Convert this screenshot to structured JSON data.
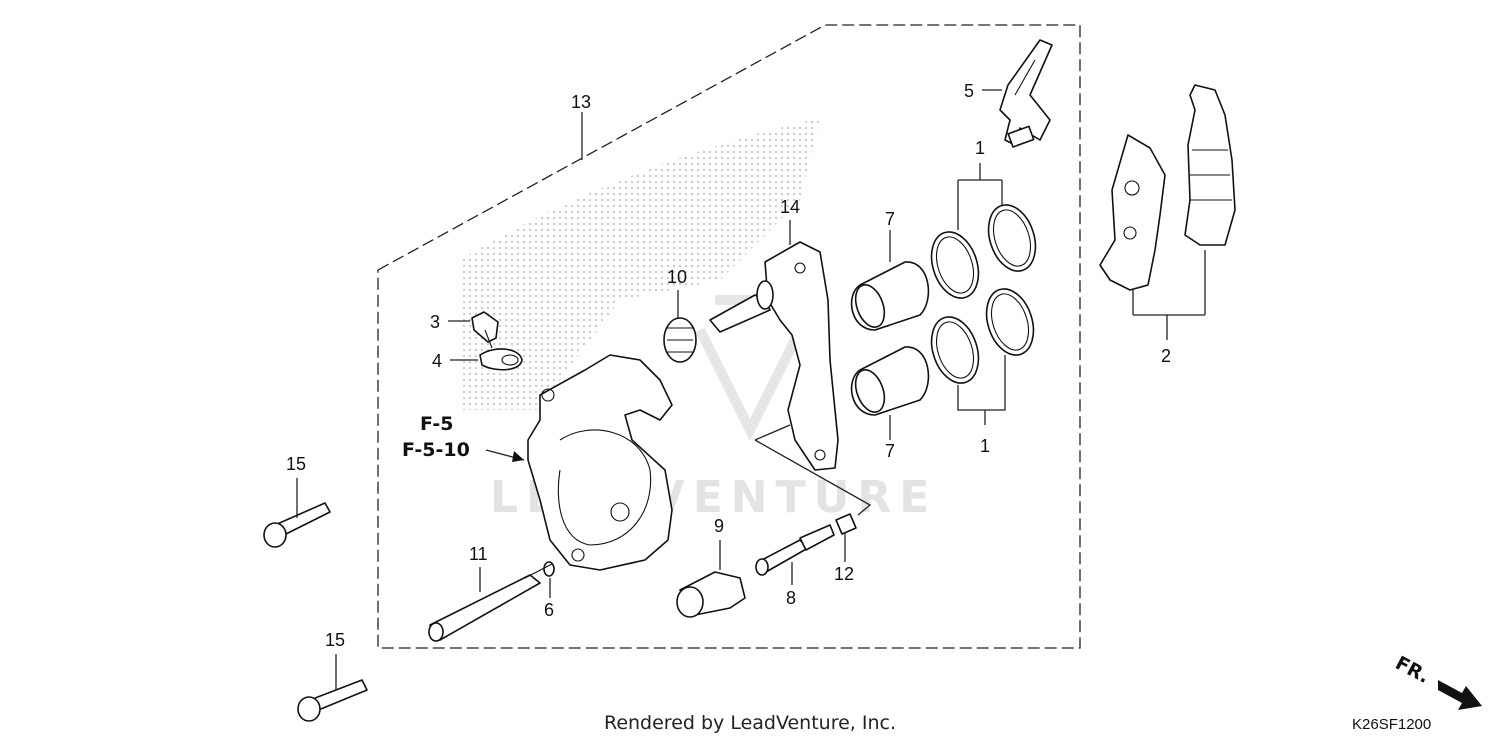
{
  "labels": {
    "l1a": "1",
    "l1b": "1",
    "l2": "2",
    "l3": "3",
    "l4": "4",
    "l5": "5",
    "l6": "6",
    "l7a": "7",
    "l7b": "7",
    "l8": "8",
    "l9": "9",
    "l10": "10",
    "l11": "11",
    "l12": "12",
    "l13": "13",
    "l14": "14",
    "l15a": "15",
    "l15b": "15"
  },
  "refs": {
    "f5": "F-5",
    "f510": "F-5-10"
  },
  "direction": "FR.",
  "watermark": "LEADVENTURE",
  "footer": "Rendered by LeadVenture, Inc.",
  "diagram_code": "K26SF1200"
}
